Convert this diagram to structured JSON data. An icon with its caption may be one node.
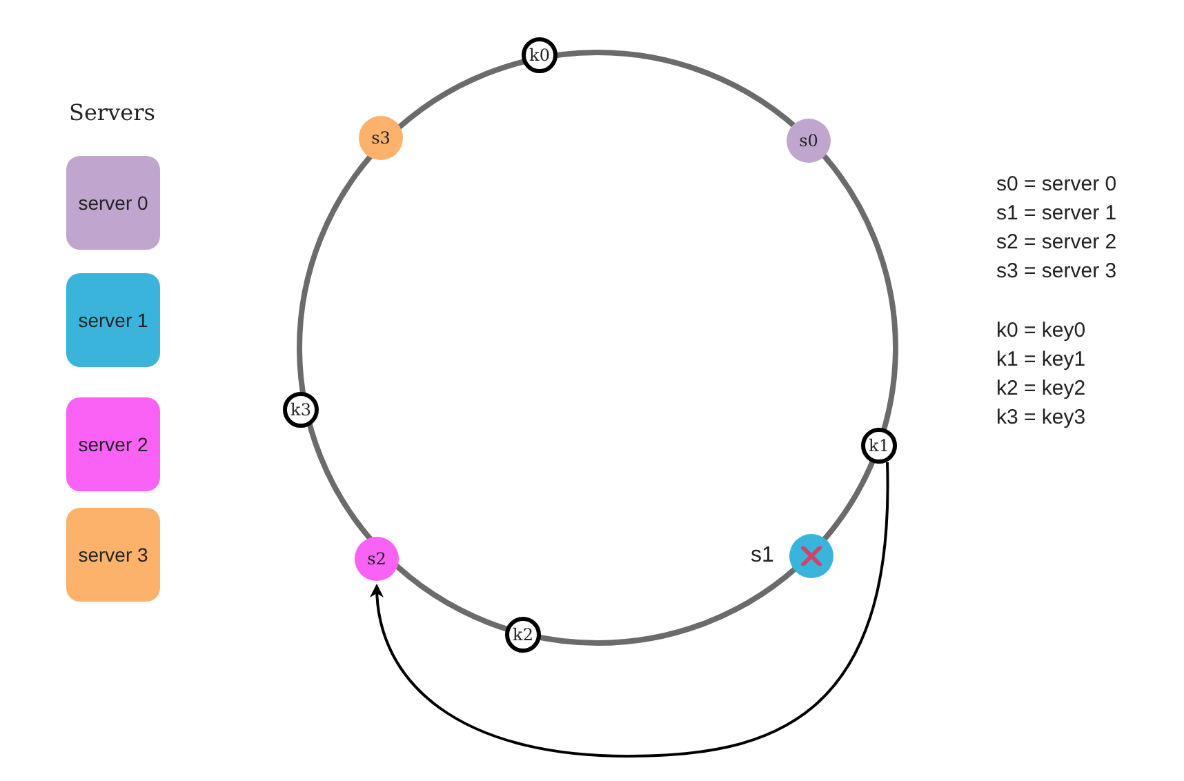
{
  "diagram": {
    "nodes": [
      {
        "text": [
          "server 0"
        ]
      },
      {
        "text": [
          "server 1"
        ]
      },
      {
        "text": [
          "server 2"
        ]
      },
      {
        "text": [
          "server 3"
        ]
      },
      {
        "text": [
          "k0"
        ]
      },
      {
        "text": [
          "s3"
        ]
      },
      {
        "text": [
          "s0"
        ]
      },
      {
        "text": [
          "k3"
        ]
      },
      {
        "text": [
          "k1"
        ]
      },
      {
        "text": [
          "s2"
        ]
      },
      {
        "text": [],
        "shape": "circle",
        "beside": [
          "s1"
        ]
      },
      {
        "text": [
          "k2"
        ]
      }
    ],
    "edges": [
      {
        "from": 8,
        "to": 9,
        "arrow": "to"
      }
    ],
    "labels": [
      "Servers",
      "s0 = server 0",
      "s1 = server 1",
      "s2 = server 2",
      "s3 = server 3",
      "k0 = key0",
      "k1 = key1",
      "k2 = key2",
      "k3 = key3"
    ]
  }
}
